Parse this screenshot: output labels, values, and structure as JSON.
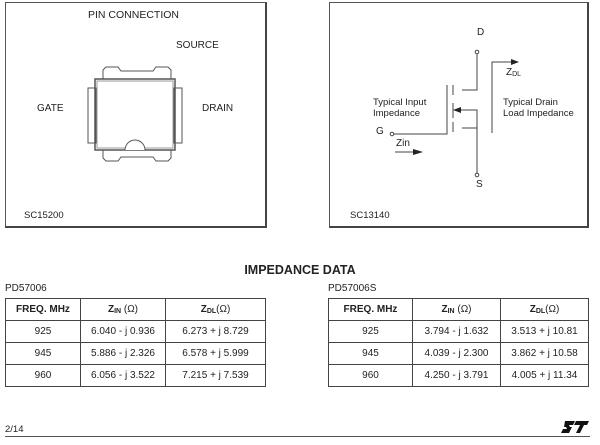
{
  "pin_connection": {
    "title": "PIN CONNECTION",
    "source": "SOURCE",
    "gate": "GATE",
    "drain": "DRAIN",
    "code": "SC15200"
  },
  "schematic": {
    "d": "D",
    "s": "S",
    "g": "G",
    "zdl": "Z",
    "zdl_sub": "DL",
    "zin": "Zin",
    "input_1": "Typical Input",
    "input_2": "Impedance",
    "drain_1": "Typical Drain",
    "drain_2": "Load Impedance",
    "code": "SC13140"
  },
  "impedance": {
    "title": "IMPEDANCE DATA",
    "headers": {
      "freq": "FREQ. MHz",
      "zin": "Z",
      "zin_sub": "IN",
      "zin_unit": " (Ω)",
      "zdl": "Z",
      "zdl_sub": "DL",
      "zdl_unit": "(Ω)"
    },
    "tables": [
      {
        "label": "PD57006",
        "rows": [
          [
            "925",
            "6.040 - j 0.936",
            "6.273 + j 8.729"
          ],
          [
            "945",
            "5.886 - j 2.326",
            "6.578 + j 5.999"
          ],
          [
            "960",
            "6.056 - j 3.522",
            "7.215 + j 7.539"
          ]
        ]
      },
      {
        "label": "PD57006S",
        "rows": [
          [
            "925",
            "3.794 - j 1.632",
            "3.513 + j 10.81"
          ],
          [
            "945",
            "4.039 - j 2.300",
            "3.862 + j 10.58"
          ],
          [
            "960",
            "4.250 - j 3.791",
            "4.005 + j 11.34"
          ]
        ]
      }
    ]
  },
  "footer": {
    "page": "2/14",
    "logo": "ST"
  }
}
